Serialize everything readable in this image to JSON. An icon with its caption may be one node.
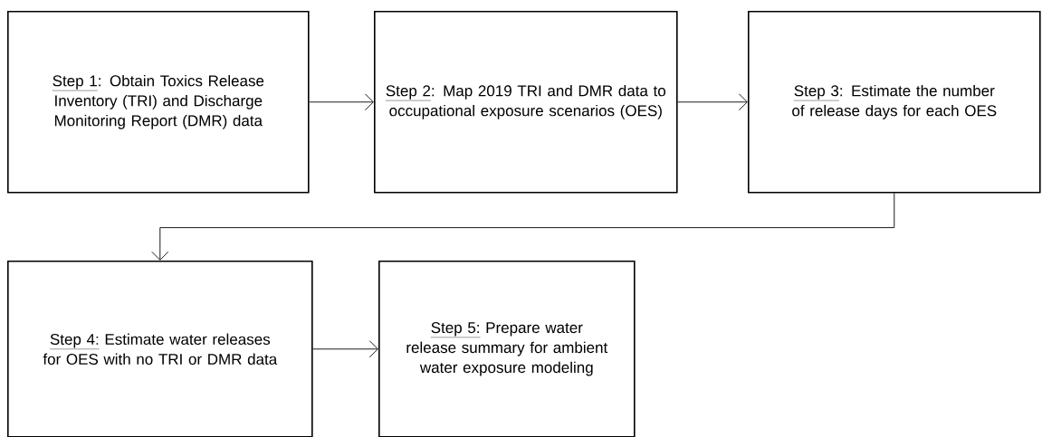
{
  "diagram": {
    "nodes": [
      {
        "text": [
          "Step 1",
          ": Obtain Toxics Release Inventory (TRI) and Discharge Monitoring Report (DMR) data"
        ]
      },
      {
        "text": [
          "Step 2",
          ": Map 2019 TRI and DMR data to occupational exposure scenarios (OES)"
        ]
      },
      {
        "text": [
          "Step 3",
          ": Estimate the number of release days for each OES"
        ]
      },
      {
        "text": [
          "Step 4:",
          "Estimate water releases for OES with no TRI or DMR data"
        ]
      },
      {
        "text": [
          "Step 5:",
          "Prepare water release summary for ambient water exposure modeling"
        ]
      }
    ],
    "edges": [
      {
        "from": 0,
        "to": 1,
        "arrow": "to"
      },
      {
        "from": 1,
        "to": 2,
        "arrow": "to"
      },
      {
        "from": 2,
        "to": 3,
        "arrow": "to"
      },
      {
        "from": 3,
        "to": 4,
        "arrow": "to"
      }
    ]
  }
}
